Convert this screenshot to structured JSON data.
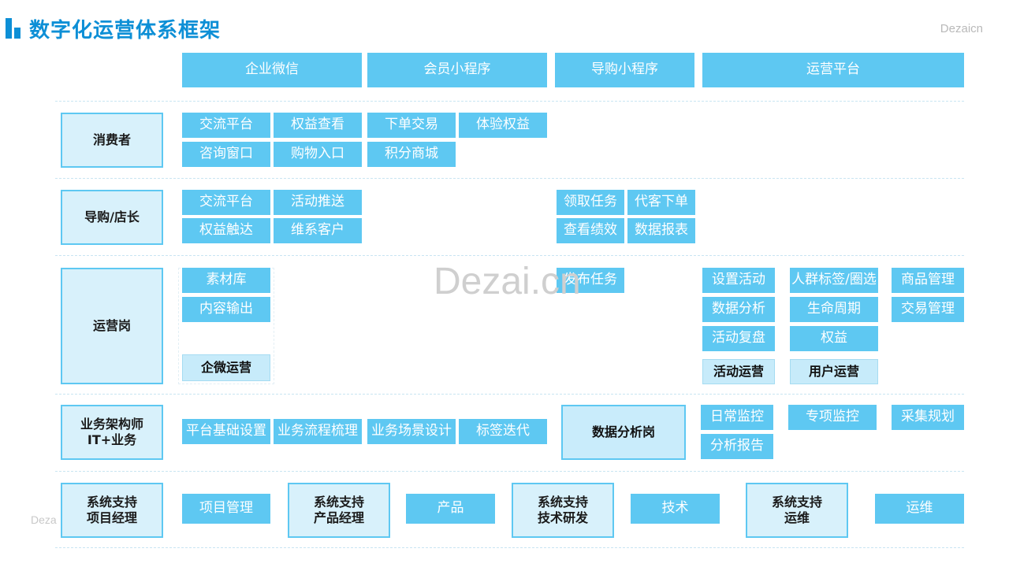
{
  "title": "数字化运营体系框架",
  "brand": "Dezaicn",
  "watermark": "Dezai.cn",
  "watermark_small": "Deza",
  "columns": [
    "企业微信",
    "会员小程序",
    "导购小程序",
    "运营平台"
  ],
  "consumer": {
    "role": "消费者",
    "items": [
      "交流平台",
      "权益查看",
      "下单交易",
      "体验权益",
      "咨询窗口",
      "购物入口",
      "积分商城"
    ]
  },
  "guide": {
    "role": "导购/店长",
    "items": [
      "交流平台",
      "活动推送",
      "权益触达",
      "维系客户",
      "领取任务",
      "代客下单",
      "查看绩效",
      "数据报表"
    ]
  },
  "ops": {
    "role": "运营岗",
    "items": [
      "素材库",
      "内容输出",
      "企微运营",
      "发布任务",
      "设置活动",
      "人群标签/圈选",
      "商品管理",
      "数据分析",
      "生命周期",
      "交易管理",
      "活动复盘",
      "权益",
      "活动运营",
      "用户运营"
    ]
  },
  "biz": {
    "role_line1": "业务架构师",
    "role_line2": "IT+业务",
    "items": [
      "平台基础设置",
      "业务流程梳理",
      "业务场景设计",
      "标签迭代",
      "数据分析岗",
      "日常监控",
      "专项监控",
      "采集规划",
      "分析报告"
    ]
  },
  "support": {
    "pm_line1": "系统支持",
    "pm_line2": "项目经理",
    "pm_item": "项目管理",
    "prod_line1": "系统支持",
    "prod_line2": "产品经理",
    "prod_item": "产品",
    "tech_line1": "系统支持",
    "tech_line2": "技术研发",
    "tech_item": "技术",
    "ops_line1": "系统支持",
    "ops_line2": "运维",
    "ops_item": "运维"
  },
  "colors": {
    "accent": "#0d8fd6",
    "box": "#5ec8f2",
    "light_box": "#c7ebfa",
    "role_bg": "#d8f1fb"
  }
}
